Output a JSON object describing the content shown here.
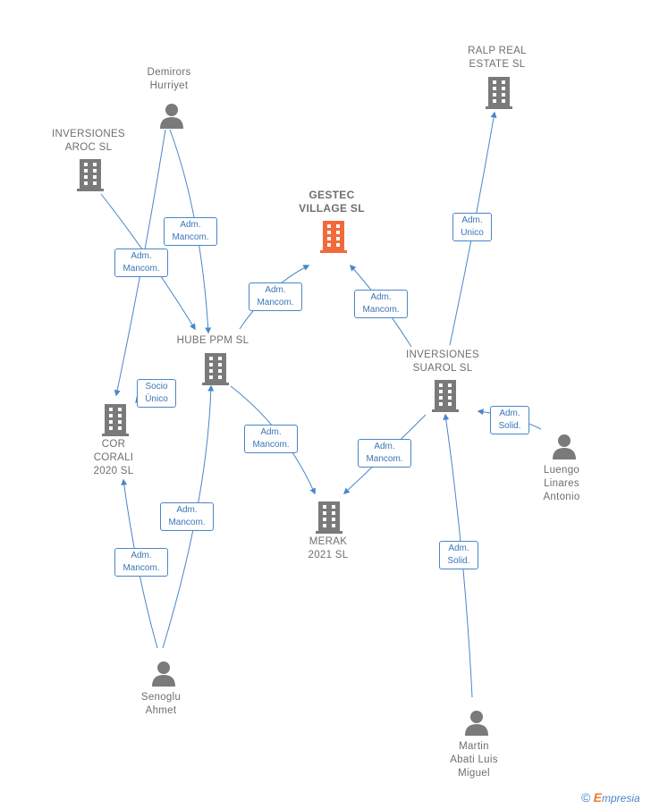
{
  "colors": {
    "edge": "#4a86c8",
    "node_gray": "#7a7a7a",
    "node_main": "#f26a3a"
  },
  "nodes": {
    "gestec": {
      "label": "GESTEC\nVILLAGE  SL",
      "type": "company-main"
    },
    "ralp": {
      "label": "RALP REAL\nESTATE  SL",
      "type": "company"
    },
    "demirors": {
      "label": "Demirors\nHurriyet",
      "type": "person"
    },
    "aroc": {
      "label": "INVERSIONES\nAROC  SL",
      "type": "company"
    },
    "hube": {
      "label": "HUBE PPM  SL",
      "type": "company"
    },
    "suarol": {
      "label": "INVERSIONES\nSUAROL  SL",
      "type": "company"
    },
    "cor": {
      "label": "COR\nCORALI\n2020  SL",
      "type": "company"
    },
    "luengo": {
      "label": "Luengo\nLinares\nAntonio",
      "type": "person"
    },
    "merak": {
      "label": "MERAK\n2021  SL",
      "type": "company"
    },
    "senoglu": {
      "label": "Senoglu\nAhmet",
      "type": "person"
    },
    "martin": {
      "label": "Martin\nAbati Luis\nMiguel",
      "type": "person"
    }
  },
  "relations": {
    "r1": "Adm.\nMancom.",
    "r2": "Adm.\nMancom.",
    "r3": "Adm.\nMancom.",
    "r4": "Adm.\nMancom.",
    "r5": "Adm.\nUnico",
    "r6": "Socio\nÚnico",
    "r7": "Adm.\nMancom.",
    "r8": "Adm.\nMancom.",
    "r9": "Adm.\nSolid.",
    "r10": "Adm.\nMancom.",
    "r11": "Adm.\nMancom.",
    "r12": "Adm.\nSolid."
  },
  "brand": {
    "copyright": "©",
    "name_first": "E",
    "name_rest": "mpresia"
  }
}
